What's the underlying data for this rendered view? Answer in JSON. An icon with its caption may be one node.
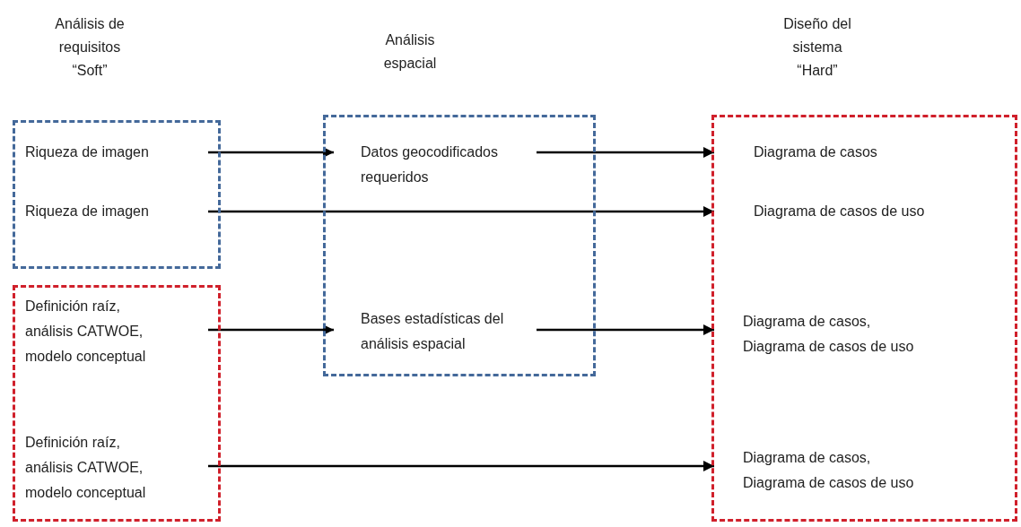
{
  "diagram": {
    "nodes": [
      {
        "text": [],
        "shape": "box"
      },
      {
        "text": [
          "Riqueza de imagen"
        ],
        "in": 0
      },
      {
        "text": [
          "Riqueza de imagen"
        ],
        "in": 0
      },
      {
        "text": [],
        "shape": "box"
      },
      {
        "text": [
          "Definición raíz, análisis CATWOE, modelo conceptual"
        ],
        "in": 3
      },
      {
        "text": [
          "Definición raíz, análisis CATWOE, modelo conceptual"
        ],
        "in": 3
      },
      {
        "text": [],
        "shape": "box"
      },
      {
        "text": [
          "Datos geocodificados requeridos"
        ],
        "in": 6
      },
      {
        "text": [
          "Bases estadísticas del análisis espacial"
        ],
        "in": 6
      },
      {
        "text": [],
        "shape": "box"
      },
      {
        "text": [
          "Diagrama de casos"
        ],
        "in": 9
      },
      {
        "text": [
          "Diagrama de casos de uso"
        ],
        "in": 9
      },
      {
        "text": [
          "Diagrama de casos, Diagrama de casos de uso"
        ],
        "in": 9
      },
      {
        "text": [
          "Diagrama de casos, Diagrama de casos de uso"
        ],
        "in": 9
      }
    ],
    "edges": [
      {
        "from": 1,
        "to": 7,
        "arrow": "to"
      },
      {
        "from": 7,
        "to": 10,
        "arrow": "to"
      },
      {
        "from": 2,
        "to": 11,
        "arrow": "to"
      },
      {
        "from": 4,
        "to": 8,
        "arrow": "to"
      },
      {
        "from": 8,
        "to": 12,
        "arrow": "to"
      },
      {
        "from": 5,
        "to": 13,
        "arrow": "to"
      }
    ],
    "labels": [
      "Análisis de requisitos “Soft”",
      "Análisis espacial",
      "Diseño del sistema “Hard”"
    ]
  }
}
